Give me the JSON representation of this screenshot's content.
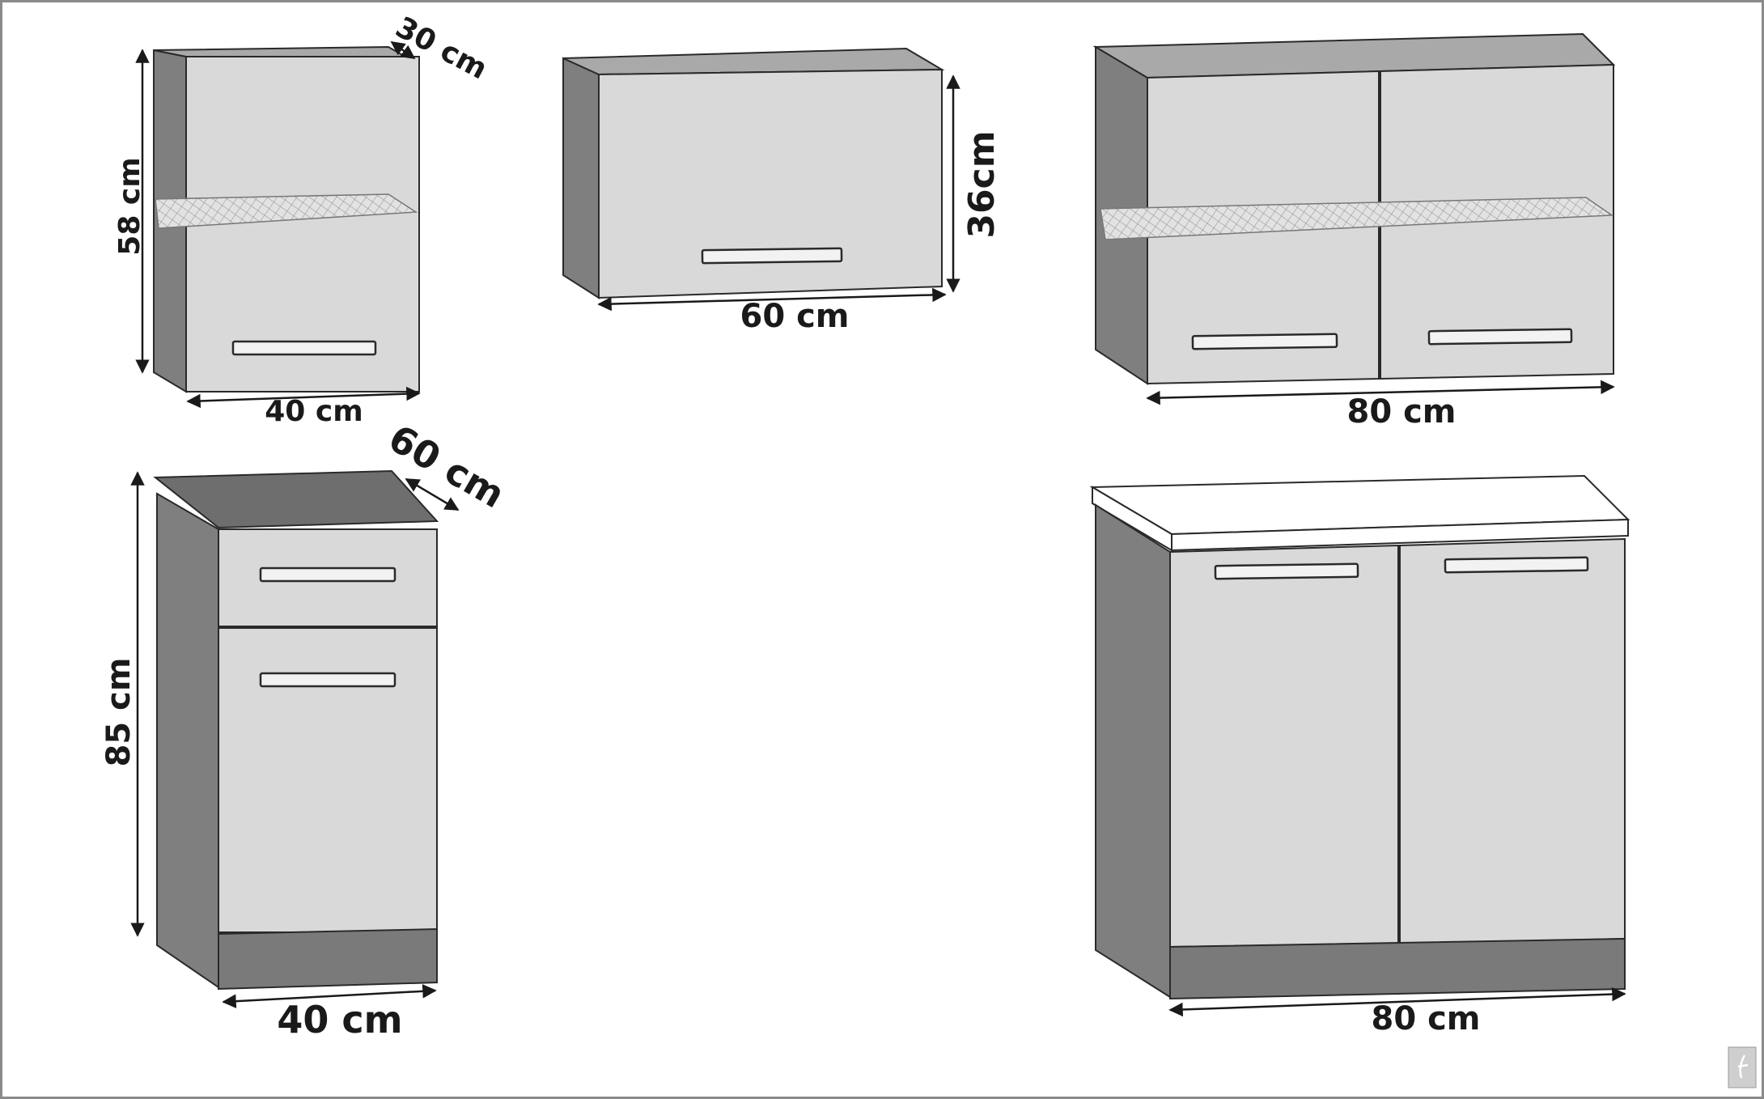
{
  "cabinets": [
    {
      "id": "wall-cabinet-40",
      "width_label": "40 cm",
      "height_label": "58 cm",
      "depth_label": "30 cm"
    },
    {
      "id": "wall-cabinet-60-lift",
      "width_label": "60 cm",
      "height_label": "36cm"
    },
    {
      "id": "wall-cabinet-80",
      "width_label": "80 cm"
    },
    {
      "id": "base-cabinet-40",
      "width_label": "40 cm",
      "height_label": "85 cm",
      "depth_label": "60 cm"
    },
    {
      "id": "base-cabinet-80",
      "width_label": "80 cm"
    }
  ],
  "colors": {
    "front": "#d9d9d9",
    "side": "#7f7f7f",
    "outline": "#2a2a2a",
    "frame": "#8a8a8a"
  },
  "watermark": {
    "icon": "brand-logo-icon"
  }
}
